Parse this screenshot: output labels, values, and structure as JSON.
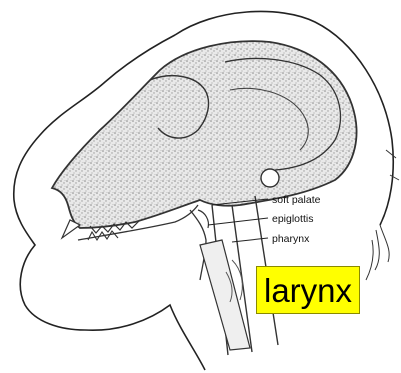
{
  "labels": {
    "soft_palate": "soft palate",
    "epiglottis": "epiglottis",
    "pharynx": "pharynx",
    "larynx": "larynx"
  },
  "colors": {
    "highlight": "#ffff00",
    "stipple": "#cfcfcf",
    "ink": "#222222"
  }
}
